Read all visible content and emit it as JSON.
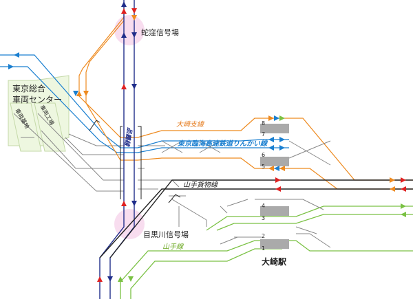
{
  "labels": {
    "hebikubo_signal": "蛇窪信号場",
    "meguro_signal": "目黒川信号場",
    "depot_line1": "東京総合",
    "depot_line2": "車両センター",
    "depot_sub1": "車両基地",
    "depot_sub2": "車両工場",
    "osaki_branch": "大崎支線",
    "rinkai": "東京臨海高速鉄道りんかい線",
    "yamanote_freight": "山手貨物線",
    "yamanote": "山手線",
    "osaki_station": "大崎駅",
    "vertical_line": "品鶴線"
  },
  "platforms": [
    "8",
    "7",
    "6",
    "5",
    "4",
    "3",
    "2",
    "1"
  ],
  "colors": {
    "orange": "#ee8a1f",
    "blue": "#1a7fd0",
    "navy": "#1f2d8a",
    "red": "#e02020",
    "green": "#7ac143",
    "black": "#222222",
    "grey": "#888888",
    "platform": "#aaaaaa",
    "highlight": "#f6c6e4",
    "label_orange": "#e67e22",
    "label_blue": "#1a7fd0",
    "label_green": "#6aa820",
    "label_navy": "#1f2d8a"
  }
}
